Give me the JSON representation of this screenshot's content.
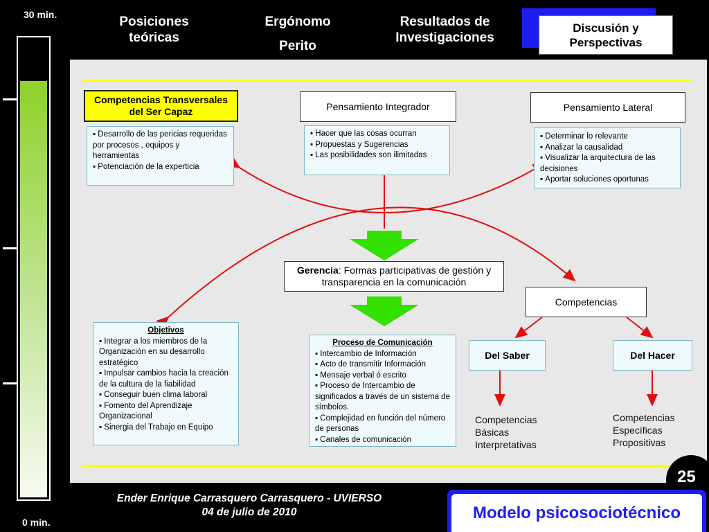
{
  "timer": {
    "top": "30 min.",
    "bottom": "0 min.",
    "fill_fraction": 0.91
  },
  "nav": {
    "tab1": "Posiciones teóricas",
    "tab2": "Ergónomo",
    "tab2b": "Perito",
    "tab3": "Resultados de Investigaciones",
    "tab4": "Discusión y Perspectivas"
  },
  "diagram": {
    "transversales": {
      "title": "Competencias Transversales del Ser Capaz",
      "items": [
        "Desarrollo de las pericias requeridas por procesos , equipos y herramientas",
        "Potenciación de la experticia"
      ]
    },
    "integrador": {
      "title": "Pensamiento Integrador",
      "items": [
        "Hacer que las cosas ocurran",
        "Propuestas y Sugerencias",
        "Las posibilidades son ilimitadas"
      ]
    },
    "lateral": {
      "title": "Pensamiento Lateral",
      "items": [
        "Determinar lo relevante",
        "Analizar la causalidad",
        "Visualizar la arquitectura de las decisiones",
        "Aportar soluciones oportunas"
      ]
    },
    "gerencia": {
      "bold": "Gerencia",
      "text": ": Formas participativas de gestión y transparencia en la comunicación"
    },
    "competencias": "Competencias",
    "objetivos": {
      "title": "Objetivos",
      "items": [
        "Integrar  a los miembros de la Organización en su desarrollo estratégico",
        "Impulsar cambios hacia la creación de la cultura de la fiabilidad",
        "Conseguir buen clima laboral",
        "Fomento del Aprendizaje Organizacional",
        "Sinergia  del Trabajo en Equipo"
      ]
    },
    "proceso": {
      "title": "Proceso de Comunicación",
      "items": [
        "Intercambio de Información",
        "Acto de transmitir Información",
        "Mensaje verbal ó escrito",
        "Proceso de Intercambio de significados a través de un sistema de símbolos.",
        "Complejidad en función del número de personas",
        "Canales de comunicación"
      ]
    },
    "del_saber": {
      "title": "Del Saber",
      "lines": [
        "Competencias",
        "Básicas",
        "Interpretativas"
      ]
    },
    "del_hacer": {
      "title": "Del Hacer",
      "lines": [
        "Competencias",
        "Específicas",
        "Propositivas"
      ]
    }
  },
  "page_number": "25",
  "footer": {
    "author": "Ender Enrique Carrasquero Carrasquero - UVIERSO",
    "date": "04 de julio de 2010"
  },
  "model_label": "Modelo psicosociotécnico",
  "colors": {
    "accent_blue": "#1d1df2",
    "yellow": "#ffff00",
    "green_bar": "#8fd12a",
    "arrow_red": "#e01010",
    "block_arrow_green": "#33e000"
  }
}
